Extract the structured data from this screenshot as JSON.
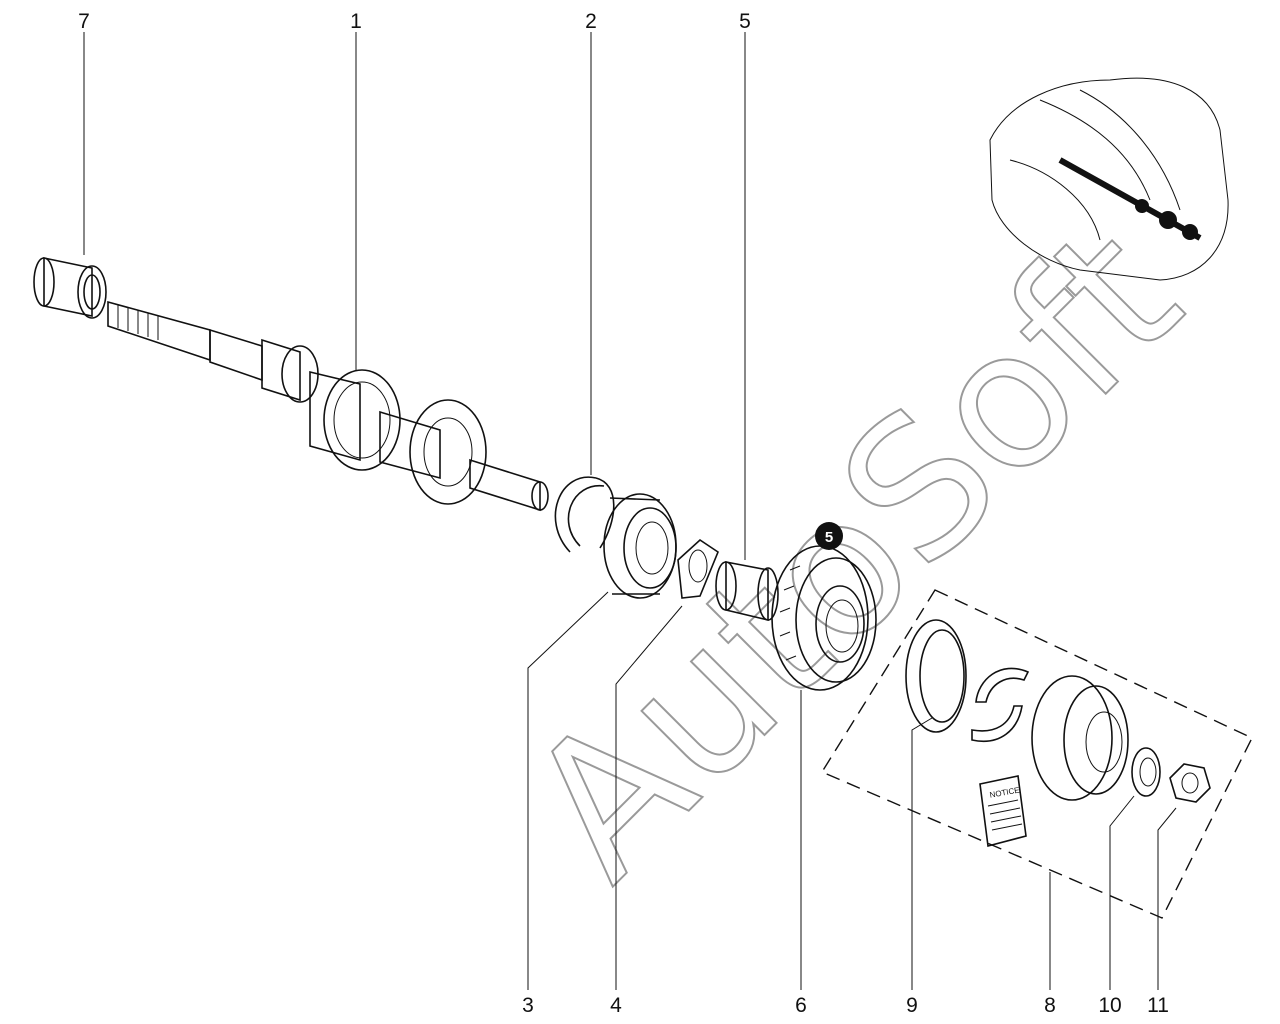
{
  "watermark": "AutoSoft",
  "badge": "5",
  "notice_label": "NOTICE",
  "callouts": {
    "c1": "1",
    "c2": "2",
    "c3": "3",
    "c4": "4",
    "c5": "5",
    "c6": "6",
    "c7": "7",
    "c8": "8",
    "c9": "9",
    "c10": "10",
    "c11": "11"
  }
}
